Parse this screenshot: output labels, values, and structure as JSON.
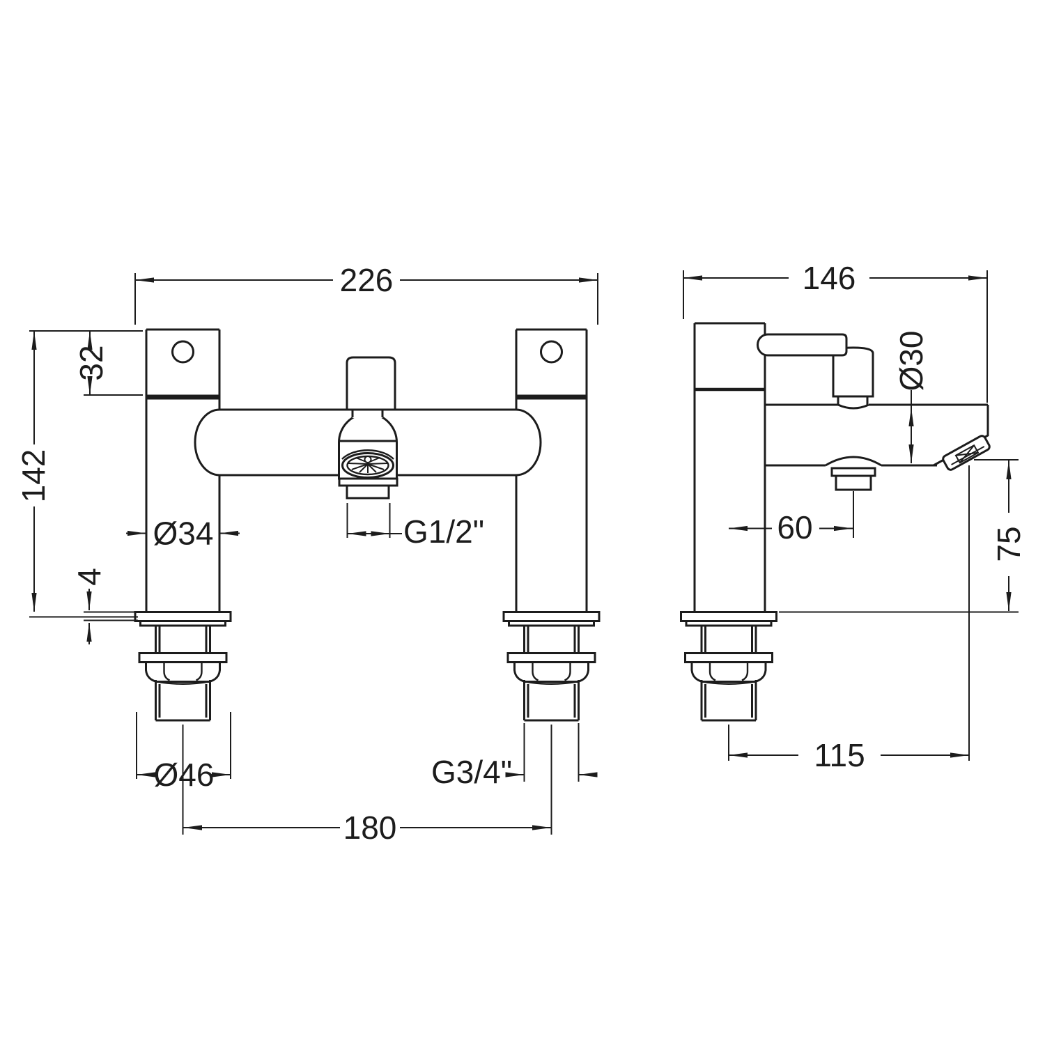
{
  "front_view": {
    "overall_width": "226",
    "handle_height": "32",
    "height_above_deck": "142",
    "pillar_diameter": "Ø34",
    "deck_plate_thickness": "4",
    "flange_diameter": "Ø46",
    "inlet_centres": "180",
    "shower_hose_thread": "G1/2\"",
    "inlet_thread": "G3/4\""
  },
  "side_view": {
    "overall_depth": "146",
    "body_diameter": "Ø30",
    "diverter_outlet_offset": "60",
    "spout_height_above_deck": "75",
    "spout_reach": "115"
  },
  "style": {
    "line_color": "#1c1c1c",
    "background": "#ffffff"
  }
}
